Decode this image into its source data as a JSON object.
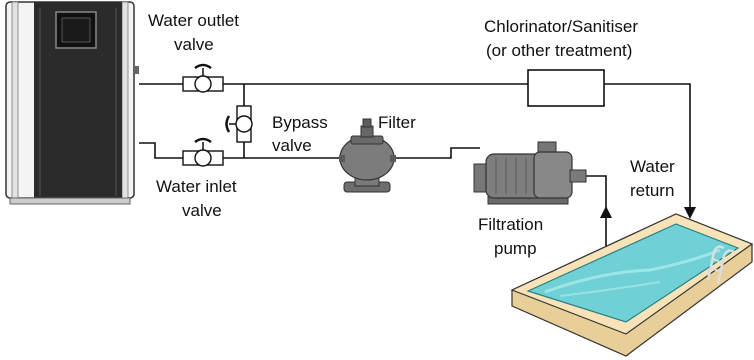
{
  "labels": {
    "outlet_valve_line1": "Water outlet",
    "outlet_valve_line2": "valve",
    "inlet_valve_line1": "Water inlet",
    "inlet_valve_line2": "valve",
    "bypass_valve_line1": "Bypass",
    "bypass_valve_line2": "valve",
    "filter": "Filter",
    "chlorinator_line1": "Chlorinator/Sanitiser",
    "chlorinator_line2": "(or other treatment)",
    "water_return_line1": "Water",
    "water_return_line2": "return",
    "pump_line1": "Filtration",
    "pump_line2": "pump"
  },
  "colors": {
    "heat_pump_body": "#f4f4f4",
    "heat_pump_front": "#2b2b2b",
    "pool_water": "#6fd0d6",
    "pool_deck": "#f7e3b7",
    "equipment_gray": "#777777",
    "pipe": "#111111"
  },
  "icons": [
    "heat-pump-unit",
    "valve-icon",
    "sand-filter-icon",
    "pump-icon",
    "swimming-pool-icon",
    "pool-ladder-icon"
  ]
}
